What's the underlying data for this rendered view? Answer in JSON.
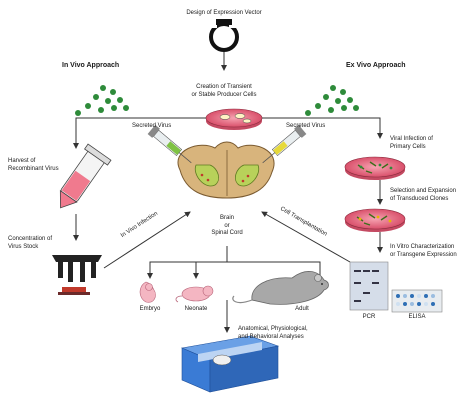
{
  "diagram": {
    "top_title": "Design of Expression Vector",
    "producer_cells": [
      "Creation of Transient",
      "or Stable Producer Cells"
    ],
    "in_vivo_title": "In Vivo Approach",
    "ex_vivo_title": "Ex Vivo Approach",
    "secreted_virus_left": "Secreted Virus",
    "secreted_virus_right": "Secreted Virus",
    "harvest": [
      "Harvest of",
      "Recombinant Virus"
    ],
    "concentration": [
      "Concentration of",
      "Virus Stock"
    ],
    "viral_infection": [
      "Viral Infection of",
      "Primary Cells"
    ],
    "selection": [
      "Selection and Expansion",
      "of Transduced Clones"
    ],
    "in_vitro": [
      "In Vitro Characterization",
      "or Transgene Expression"
    ],
    "in_vivo_infection": "In Vivo Infection",
    "cell_transplantation": "Cell Transplantation",
    "brain": [
      "Brain",
      "or",
      "Spinal Cord"
    ],
    "embryo": "Embryo",
    "neonate": "Neonate",
    "adult": "Adult",
    "pcr": "PCR",
    "elisa": "ELISA",
    "analyses": [
      "Anatomical, Physiological,",
      "and Behavioral Analyses"
    ]
  },
  "colors": {
    "virus_green": "#2e8b3a",
    "dish_pink": "#e8647d",
    "tube_pink": "#f07a8e",
    "brain_tan": "#d8b47c",
    "maze_blue": "#3a7bd5",
    "rat_gray": "#a8a8a8"
  }
}
